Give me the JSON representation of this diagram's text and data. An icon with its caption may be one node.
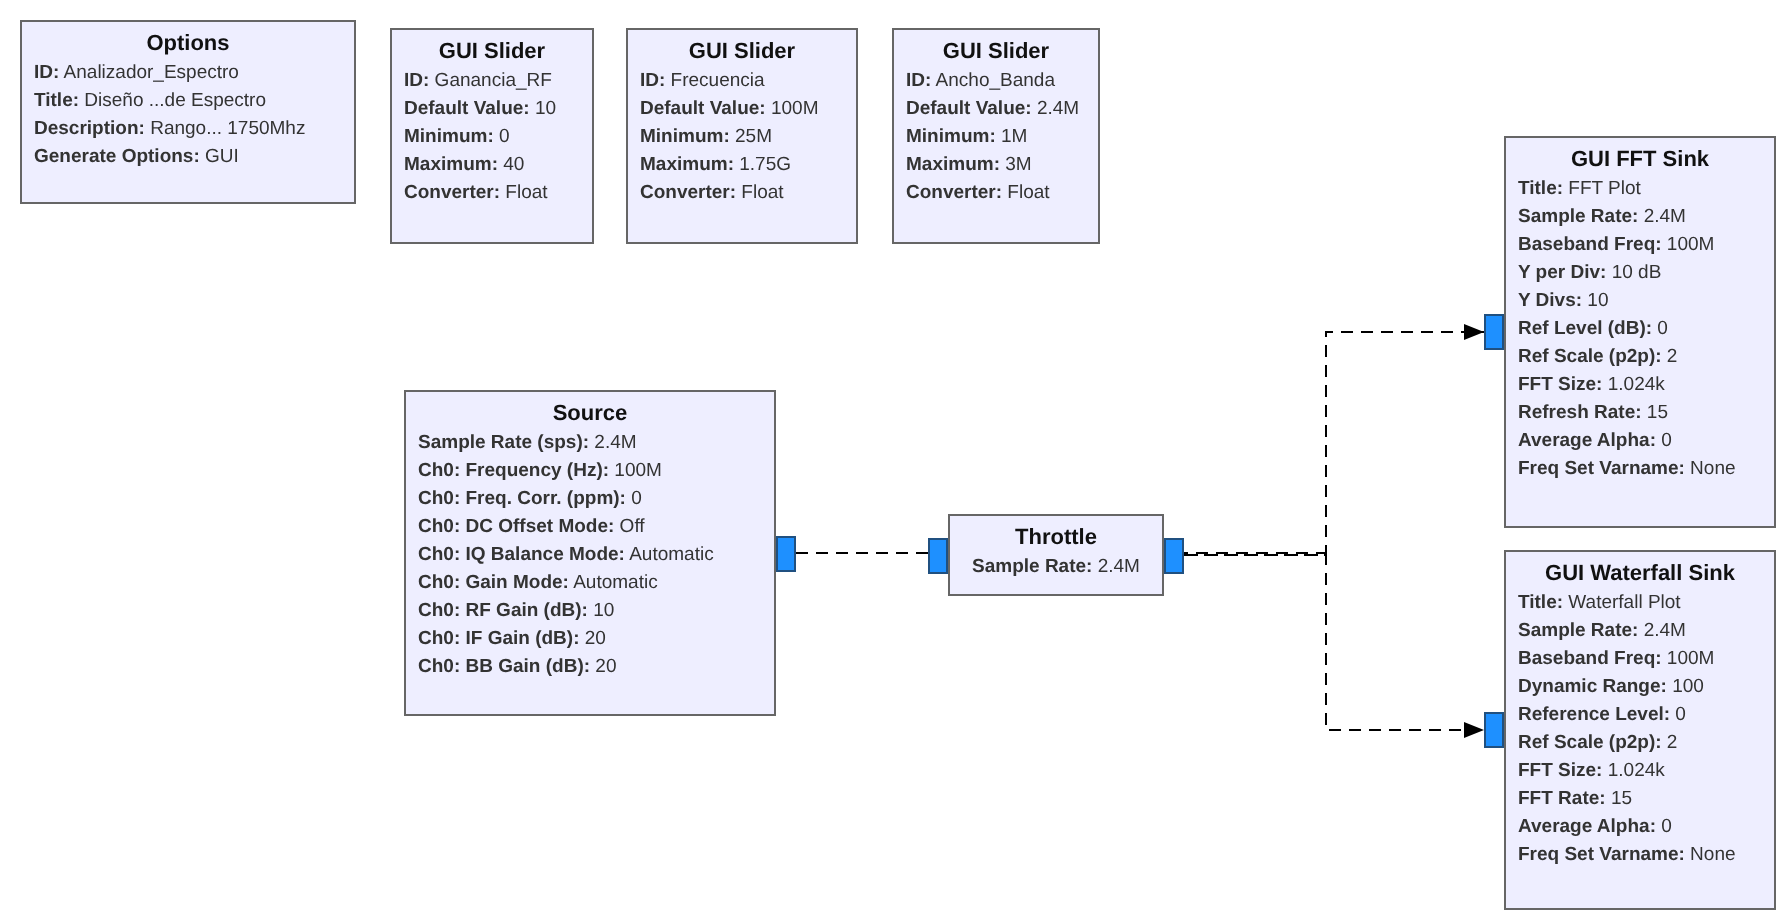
{
  "diagram": {
    "nodes": [
      {
        "text": [
          "Options",
          "**ID:** Analizador_Espectro",
          "**Title:** Diseño ...de Espectro",
          "**Description:** Rango... 1750Mhz",
          "**Generate Options:** GUI"
        ]
      },
      {
        "text": [
          "GUI Slider",
          "**ID:** Ganancia_RF",
          "**Default Value:** 10",
          "**Minimum:** 0",
          "**Maximum:** 40",
          "**Converter:** Float"
        ]
      },
      {
        "text": [
          "GUI Slider",
          "**ID:** Frecuencia",
          "**Default Value:** 100M",
          "**Minimum:** 25M",
          "**Maximum:** 1.75G",
          "**Converter:** Float"
        ]
      },
      {
        "text": [
          "GUI Slider",
          "**ID:** Ancho_Banda",
          "**Default Value:** 2.4M",
          "**Minimum:** 1M",
          "**Maximum:** 3M",
          "**Converter:** Float"
        ]
      },
      {
        "text": [
          "Source",
          "**Sample Rate (sps):** 2.4M",
          "**Ch0: Frequency (Hz):** 100M",
          "**Ch0: Freq. Corr. (ppm):** 0",
          "**Ch0: DC Offset Mode:** Off",
          "**Ch0: IQ Balance Mode:** Automatic",
          "**Ch0: Gain Mode:** Automatic",
          "**Ch0: RF Gain (dB):** 10",
          "**Ch0: IF Gain (dB):** 20",
          "**Ch0: BB Gain (dB):** 20"
        ]
      },
      {
        "text": [
          "Throttle",
          "**Sample Rate:** 2.4M"
        ]
      },
      {
        "text": [
          "GUI FFT Sink",
          "**Title:** FFT Plot",
          "**Sample Rate:** 2.4M",
          "**Baseband Freq:** 100M",
          "**Y per Div:** 10 dB",
          "**Y Divs:** 10",
          "**Ref Level (dB):** 0",
          "**Ref Scale (p2p):** 2",
          "**FFT Size:** 1.024k",
          "**Refresh Rate:** 15",
          "**Average Alpha:** 0",
          "**Freq Set Varname:** None"
        ]
      },
      {
        "text": [
          "GUI Waterfall Sink",
          "**Title:** Waterfall Plot",
          "**Sample Rate:** 2.4M",
          "**Baseband Freq:** 100M",
          "**Dynamic Range:** 100",
          "**Reference Level:** 0",
          "**Ref Scale (p2p):** 2",
          "**FFT Size:** 1.024k",
          "**FFT Rate:** 15",
          "**Average Alpha:** 0",
          "**Freq Set Varname:** None"
        ]
      }
    ],
    "edges": [
      {
        "from": 4,
        "to": 5,
        "arrow": "to",
        "style": "dashed"
      },
      {
        "from": 5,
        "to": 6,
        "arrow": "to",
        "style": "dashed"
      },
      {
        "from": 5,
        "to": 7,
        "arrow": "to",
        "style": "dashed"
      }
    ]
  }
}
